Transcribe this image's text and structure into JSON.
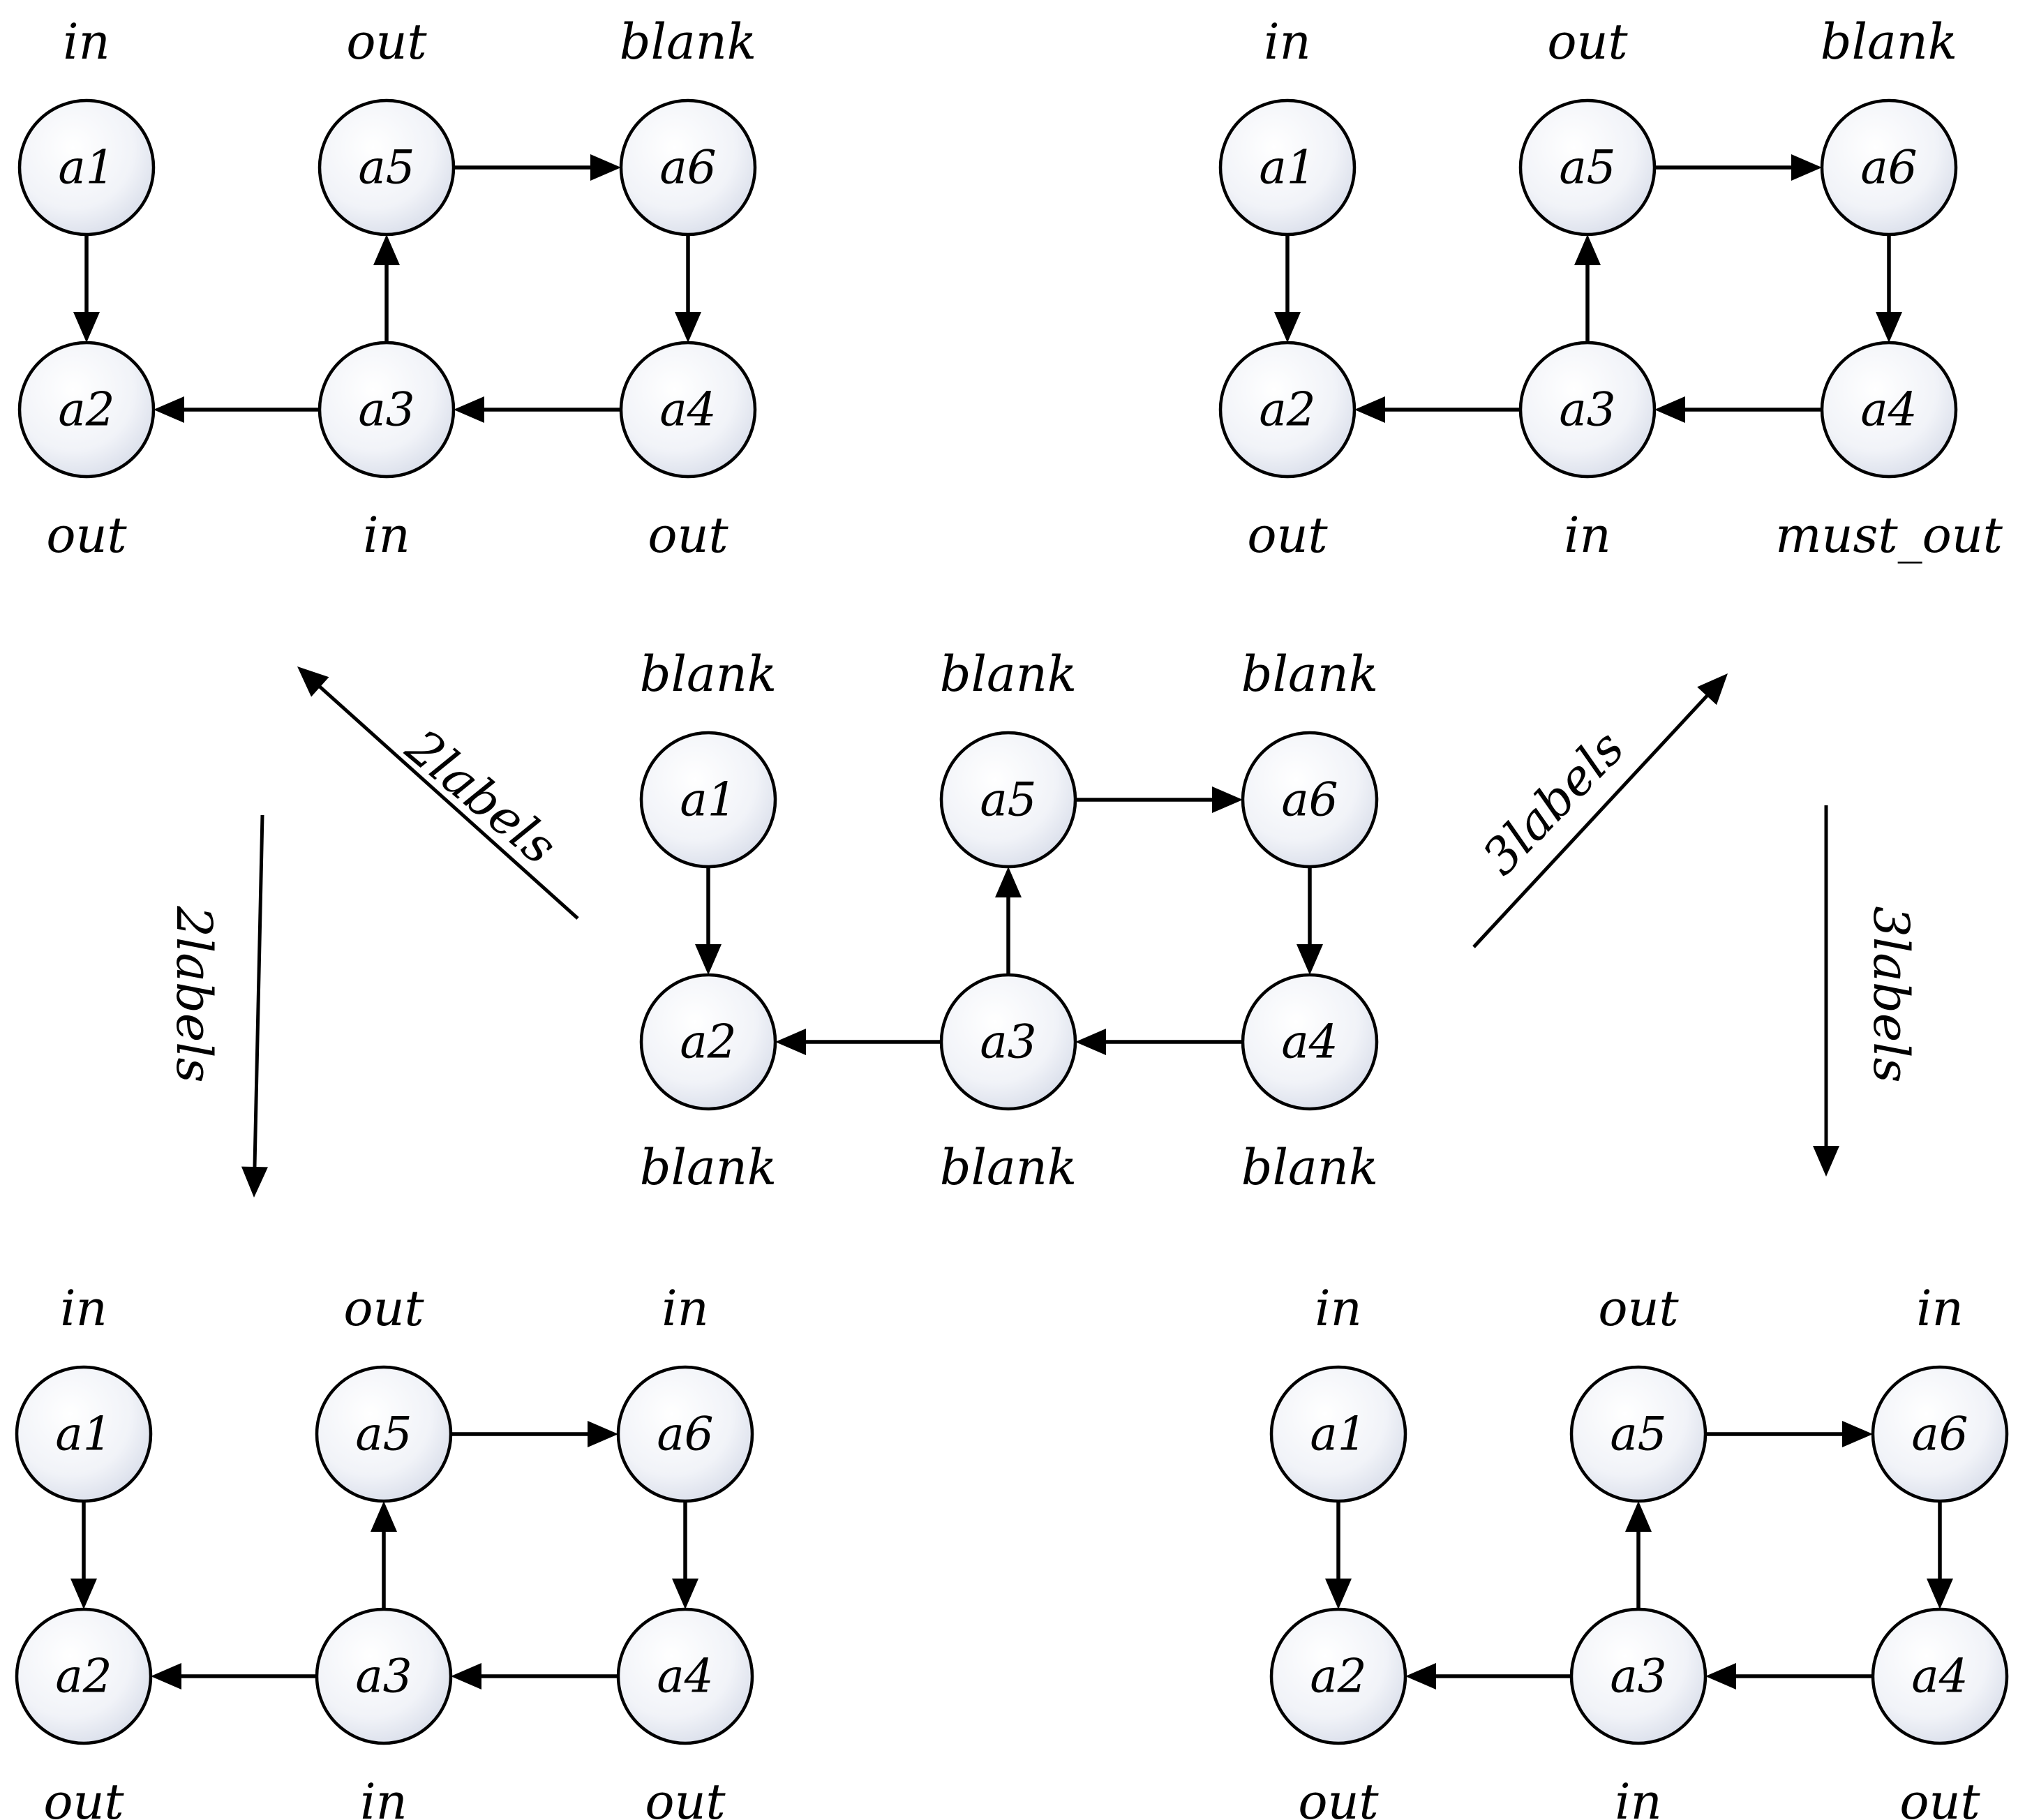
{
  "graphs": [
    {
      "id": "top-left",
      "labels": {
        "a1": "in",
        "a2": "out",
        "a3": "in",
        "a4": "out",
        "a5": "out",
        "a6": "blank"
      }
    },
    {
      "id": "top-right",
      "labels": {
        "a1": "in",
        "a2": "out",
        "a3": "in",
        "a4": "must_out",
        "a5": "out",
        "a6": "blank"
      }
    },
    {
      "id": "center",
      "labels": {
        "a1": "blank",
        "a2": "blank",
        "a3": "blank",
        "a4": "blank",
        "a5": "blank",
        "a6": "blank"
      }
    },
    {
      "id": "bottom-left",
      "labels": {
        "a1": "in",
        "a2": "out",
        "a3": "in",
        "a4": "out",
        "a5": "out",
        "a6": "in"
      }
    },
    {
      "id": "bottom-right",
      "labels": {
        "a1": "in",
        "a2": "out",
        "a3": "in",
        "a4": "out",
        "a5": "out",
        "a6": "in"
      }
    }
  ],
  "node_names": {
    "a1": "a1",
    "a2": "a2",
    "a3": "a3",
    "a4": "a4",
    "a5": "a5",
    "a6": "a6"
  },
  "edges": [
    [
      "a1",
      "a2"
    ],
    [
      "a3",
      "a2"
    ],
    [
      "a4",
      "a3"
    ],
    [
      "a3",
      "a5"
    ],
    [
      "a5",
      "a6"
    ],
    [
      "a6",
      "a4"
    ]
  ],
  "transitions": [
    {
      "id": "center-to-top-left",
      "label": "2labels"
    },
    {
      "id": "left-down",
      "label": "2labels"
    },
    {
      "id": "center-to-top-right",
      "label": "3labels"
    },
    {
      "id": "right-down",
      "label": "3labels"
    }
  ]
}
